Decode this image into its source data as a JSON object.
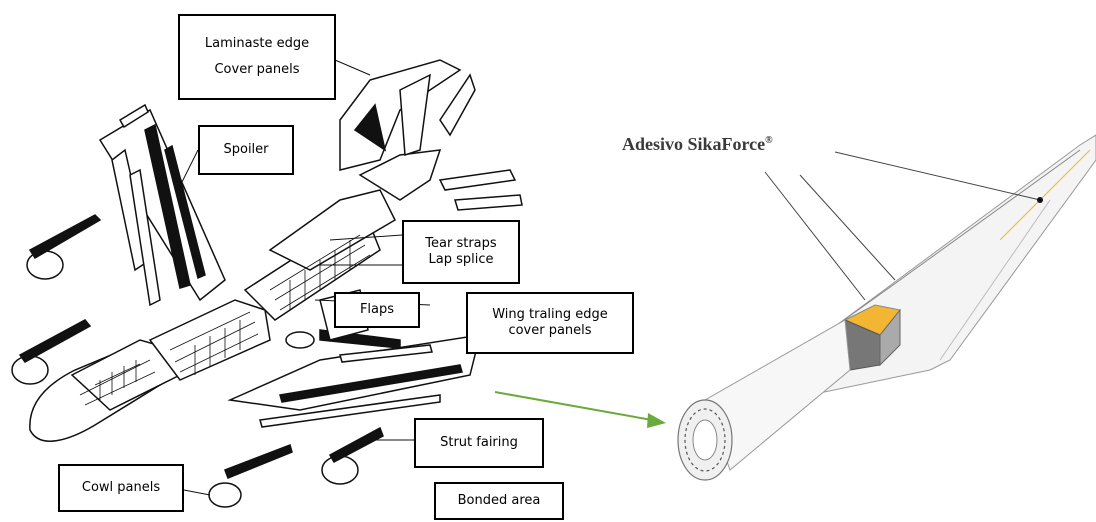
{
  "callouts": {
    "laminaste": [
      "Laminaste edge",
      "Cover panels"
    ],
    "spoiler": "Spoiler",
    "tear": [
      "Tear straps",
      "Lap splice"
    ],
    "flaps": "Flaps",
    "wing_trailing": [
      "Wing traling edge",
      "cover panels"
    ],
    "strut": "Strut fairing",
    "cowl": "Cowl panels",
    "bonded": "Bonded area"
  },
  "brand": {
    "name": "Adesivo SikaForce",
    "mark": "®"
  },
  "colors": {
    "arrow": "#6aaa3a",
    "accent": "#f2b632",
    "ink": "#111111"
  }
}
